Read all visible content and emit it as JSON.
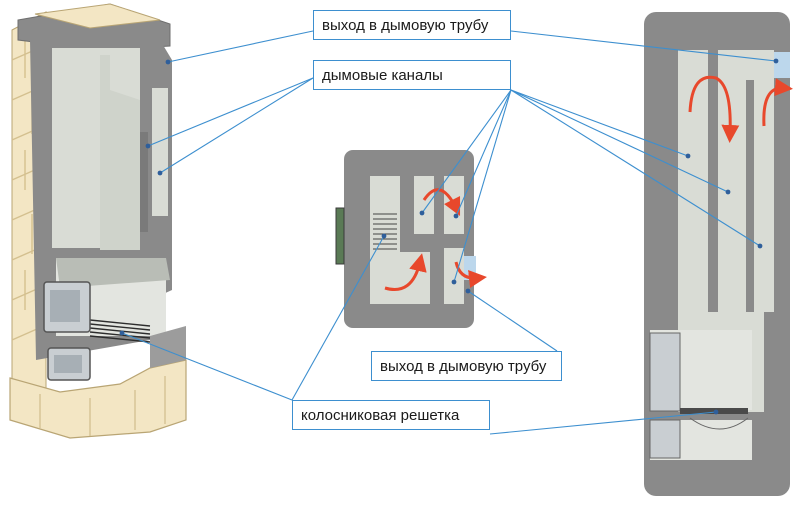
{
  "labels": {
    "chimney_outlet_top": "выход в дымовую трубу",
    "smoke_channels": "дымовые каналы",
    "chimney_outlet_mid": "выход в дымовую трубу",
    "grate": "колосниковая решетка"
  },
  "colors": {
    "leader_line": "#3d8fcf",
    "flow_arrow": "#e8482c",
    "masonry": "#8a8a8a",
    "channel": "#d9dcd5",
    "brick": "#f3e6c4",
    "door": "#c9ced2",
    "outlet": "#bcd7ec"
  }
}
